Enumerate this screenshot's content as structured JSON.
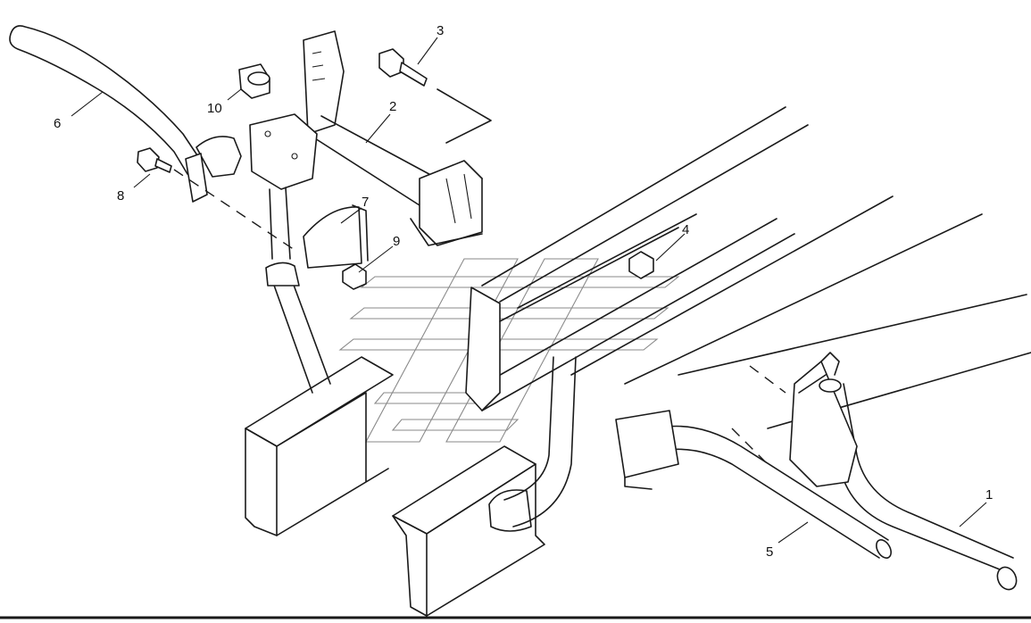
{
  "callouts": [
    {
      "id": "1",
      "label": "1"
    },
    {
      "id": "2",
      "label": "2"
    },
    {
      "id": "3",
      "label": "3"
    },
    {
      "id": "4",
      "label": "4"
    },
    {
      "id": "5",
      "label": "5"
    },
    {
      "id": "6",
      "label": "6"
    },
    {
      "id": "7",
      "label": "7"
    },
    {
      "id": "8",
      "label": "8"
    },
    {
      "id": "9",
      "label": "9"
    },
    {
      "id": "10",
      "label": "10"
    }
  ],
  "colors": {
    "line": "#1a1a1a",
    "background": "#ffffff",
    "watermark": "#8a8a8a"
  }
}
